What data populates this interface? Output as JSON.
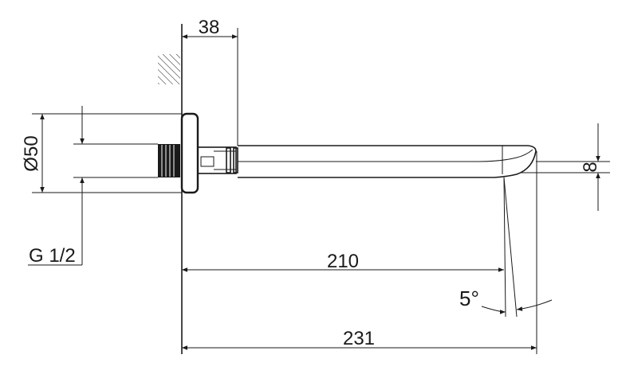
{
  "drawing": {
    "dimensions": {
      "wall_offset": "38",
      "flange_diameter": "Ø50",
      "thread": "G 1/2",
      "spout_height": "8",
      "length_inner": "210",
      "length_total": "231",
      "angle": "5°"
    }
  }
}
